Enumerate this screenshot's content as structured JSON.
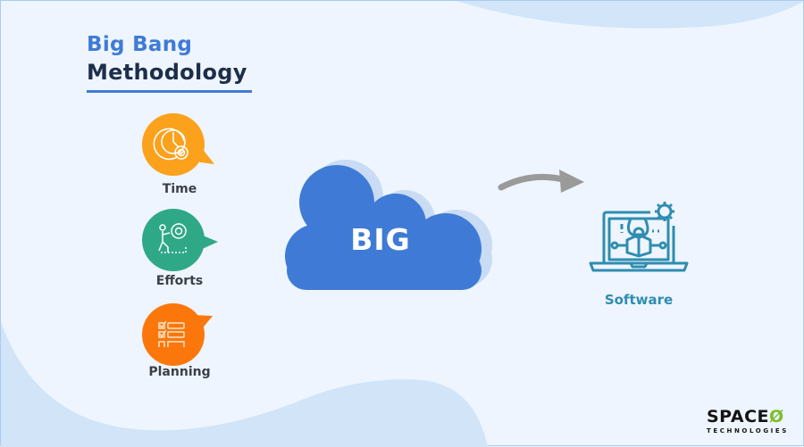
{
  "title": {
    "line1": "Big Bang",
    "line2": "Methodology"
  },
  "factors": [
    {
      "label": "Time",
      "icon": "clock-gear-icon",
      "color": "#fba11b"
    },
    {
      "label": "Efforts",
      "icon": "person-pushing-gear-icon",
      "color": "#2fa888"
    },
    {
      "label": "Planning",
      "icon": "checklist-icon",
      "color": "#fb770c"
    }
  ],
  "cloud": {
    "label": "BIG",
    "color": "#3f7bd6",
    "shadow_color": "#c9dcf4"
  },
  "arrow": {
    "icon": "curved-arrow-right-icon",
    "color": "#9a9a9a"
  },
  "result": {
    "label": "Software",
    "icon": "laptop-gear-idea-icon",
    "color": "#2f8db0"
  },
  "brand": {
    "name": "SPACE",
    "mark": "Ø",
    "tagline": "TECHNOLOGIES",
    "accent": "#7fbe2f"
  },
  "colors": {
    "background": "#eef5fe",
    "wave": "#d1e4f8",
    "title_accent": "#3f7bd6",
    "title_dark": "#1d2e4a"
  }
}
